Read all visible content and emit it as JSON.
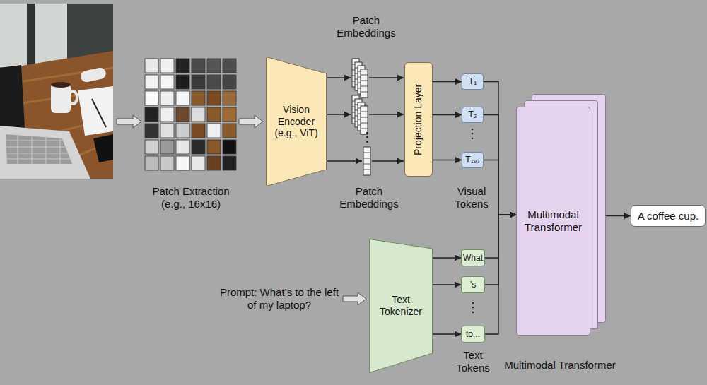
{
  "diagram": {
    "nodes": [
      {
        "text": [
          "Vision Encoder (e.g., ViT)"
        ]
      },
      {
        "text": [
          "Projection Layer"
        ]
      },
      {
        "text": [
          "T₁"
        ]
      },
      {
        "text": [
          "T₂"
        ]
      },
      {
        "text": [
          "T₁₉₇"
        ]
      },
      {
        "text": [
          "Text Tokenizer"
        ]
      },
      {
        "text": [
          "What"
        ]
      },
      {
        "text": [
          "’s"
        ]
      },
      {
        "text": [
          "to..."
        ]
      },
      {
        "text": [
          "Multimodal Transformer"
        ]
      },
      {
        "text": [
          "A coffee cup."
        ]
      }
    ],
    "edges": [
      {
        "from": 1,
        "to": 2,
        "arrow": "to"
      },
      {
        "from": 1,
        "to": 3,
        "arrow": "to"
      },
      {
        "from": 1,
        "to": 4,
        "arrow": "to"
      },
      {
        "from": 5,
        "to": 6,
        "arrow": "to"
      },
      {
        "from": 5,
        "to": 7,
        "arrow": "to"
      },
      {
        "from": 5,
        "to": 8,
        "arrow": "to"
      },
      {
        "from": 2,
        "to": 9,
        "arrow": "to"
      },
      {
        "from": 3,
        "to": 9,
        "arrow": "to"
      },
      {
        "from": 4,
        "to": 9,
        "arrow": "to"
      },
      {
        "from": 6,
        "to": 9,
        "arrow": "to"
      },
      {
        "from": 7,
        "to": 9,
        "arrow": "to"
      },
      {
        "from": 8,
        "to": 9,
        "arrow": "to"
      },
      {
        "from": 9,
        "to": 10,
        "arrow": "to"
      }
    ],
    "labels": [
      "Patch Embeddings",
      "Patch Extraction (e.g., 16x16)",
      "⋮",
      "Patch Embeddings",
      "⋮",
      "Visual Tokens",
      "Prompt: What’s to the left of my laptop?",
      "⋮",
      "Text Tokens",
      "Multimodal Transformer"
    ]
  }
}
